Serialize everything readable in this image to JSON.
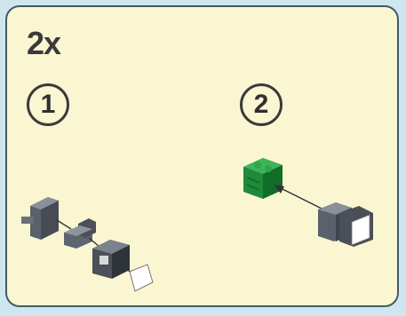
{
  "panel": {
    "multiplier": "2x",
    "steps": [
      {
        "number": "1"
      },
      {
        "number": "2"
      }
    ]
  },
  "icons": {
    "assembly_1": "brick-parts-exploded-icon",
    "assembly_2": "green-brick-attach-icon",
    "arrow": "arrow-left-icon"
  },
  "colors": {
    "background": "#cfe6ee",
    "panel": "#fbf6d2",
    "border": "#3f5a66",
    "green_brick": "#1f8a3a",
    "gray_part": "#5b616b"
  }
}
